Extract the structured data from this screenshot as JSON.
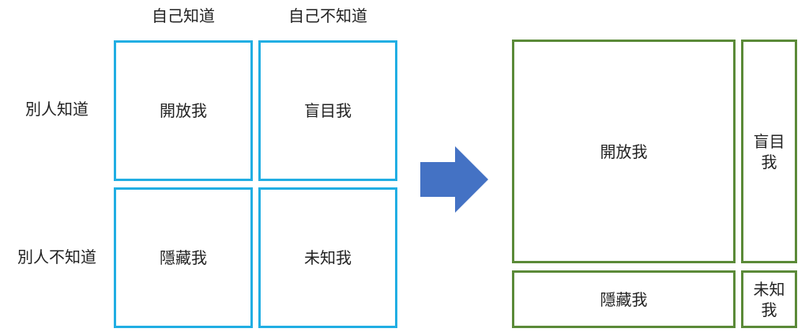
{
  "left_grid": {
    "col_headers": [
      "自己知道",
      "自己不知道"
    ],
    "row_headers": [
      "別人知道",
      "別人不知道"
    ],
    "cells": [
      "開放我",
      "盲目我",
      "隱藏我",
      "未知我"
    ]
  },
  "right_grid": {
    "cells": [
      "開放我",
      "盲目我",
      "隱藏我",
      "未知我"
    ]
  },
  "colors": {
    "left_border": "#21aee3",
    "right_border": "#5b8a38",
    "arrow": "#4472c4"
  },
  "icons": {
    "transition": "right-arrow"
  }
}
